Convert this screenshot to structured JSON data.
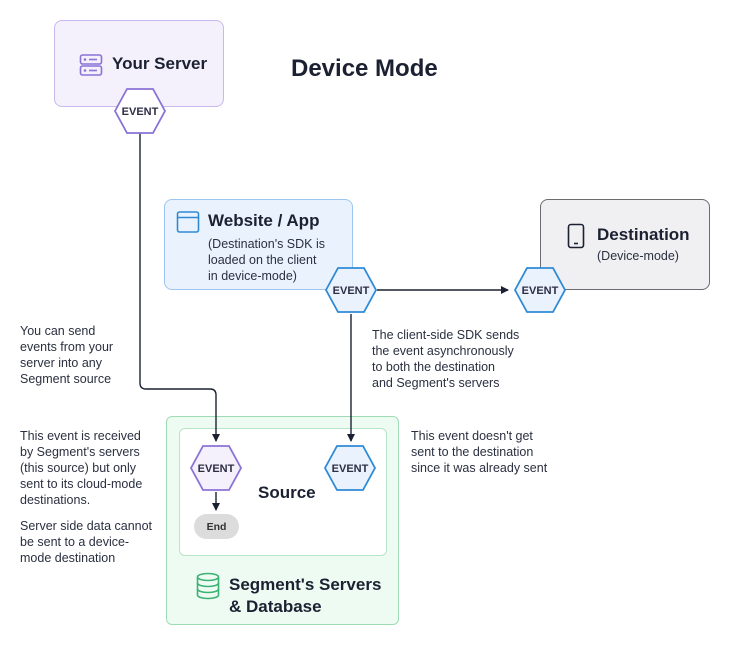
{
  "title": "Device Mode",
  "your_server": {
    "title": "Your Server",
    "icon": "server-icon",
    "event_label": "EVENT"
  },
  "website_app": {
    "title": "Website / App",
    "subtitle_lines": [
      "(Destination's SDK is",
      "loaded on the client",
      "in device-mode)"
    ],
    "icon": "browser-window-icon",
    "event_label": "EVENT"
  },
  "destination": {
    "title": "Destination",
    "subtitle": "(Device-mode)",
    "icon": "mobile-device-icon",
    "event_label": "EVENT"
  },
  "segment": {
    "title_lines": [
      "Segment's Servers",
      "& Database"
    ],
    "icon": "database-icon",
    "source_label": "Source",
    "source_event_left": "EVENT",
    "source_event_right": "EVENT",
    "end_label": "End"
  },
  "notes": {
    "server_send": [
      "You can send",
      "events from your",
      "server into any",
      "Segment source"
    ],
    "client_sdk": [
      "The client-side SDK sends",
      "the event asynchronously",
      "to both the destination",
      "and Segment's servers"
    ],
    "received": [
      "This event is received",
      "by Segment's servers",
      "(this source) but only",
      "sent to its cloud-mode",
      "destinations."
    ],
    "server_side": [
      "Server side data cannot",
      "be sent to a device-",
      "mode destination"
    ],
    "not_sent": [
      "This event doesn't get",
      "sent to the destination",
      "since it was already sent"
    ]
  },
  "colors": {
    "server_fill": "#f4f0fc",
    "server_border": "#c9b8ee",
    "server_hex": "#8a73d6",
    "web_fill": "#eaf3fd",
    "web_border": "#9cc6ef",
    "web_hex": "#2f8ad6",
    "dest_fill": "#f0f0f2",
    "segment_fill": "#eefbf3",
    "segment_border": "#9fdcb6",
    "segment_icon": "#3bb273",
    "arrow": "#1b2132"
  }
}
